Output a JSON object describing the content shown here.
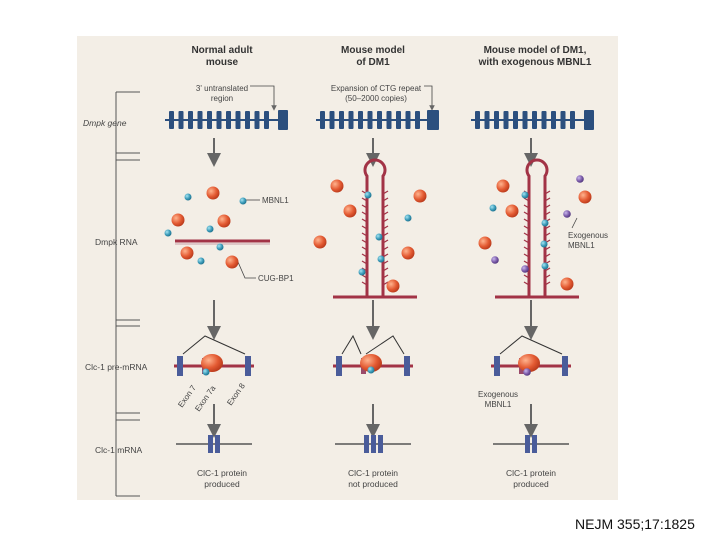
{
  "columns": [
    {
      "line1": "Normal adult",
      "line2": "mouse"
    },
    {
      "line1": "Mouse model",
      "line2": "of DM1"
    },
    {
      "line1": "Mouse model of DM1,",
      "line2": "with exogenous MBNL1"
    }
  ],
  "rows": {
    "gene": "Dmpk gene",
    "rna": "Dmpk RNA",
    "premrna": "Clc-1 pre-mRNA",
    "mrna": "Clc-1 mRNA"
  },
  "annotations": {
    "utr_line1": "3' untranslated",
    "utr_line2": "region",
    "ctg_line1": "Expansion of CTG repeat",
    "ctg_line2": "(50–2000 copies)",
    "mbnl1": "MBNL1",
    "cugbp1": "CUG-BP1",
    "exog_line1": "Exogenous",
    "exog_line2": "MBNL1",
    "exon7": "Exon 7",
    "exon7a": "Exon 7a",
    "exon8": "Exon 8"
  },
  "captions": [
    {
      "line1": "ClC-1 protein",
      "line2": "produced"
    },
    {
      "line1": "ClC-1 protein",
      "line2": "not produced"
    },
    {
      "line1": "ClC-1 protein",
      "line2": "produced"
    }
  ],
  "citation": "NEJM 355;17:1825",
  "colors": {
    "panel": "#f3eee6",
    "gene": "#2b4f7e",
    "rna": "#a23346",
    "mbnl1": "#3a9ab8",
    "cugbp1": "#e0562f",
    "exog": "#7a5aa8",
    "arrow": "#666666"
  }
}
